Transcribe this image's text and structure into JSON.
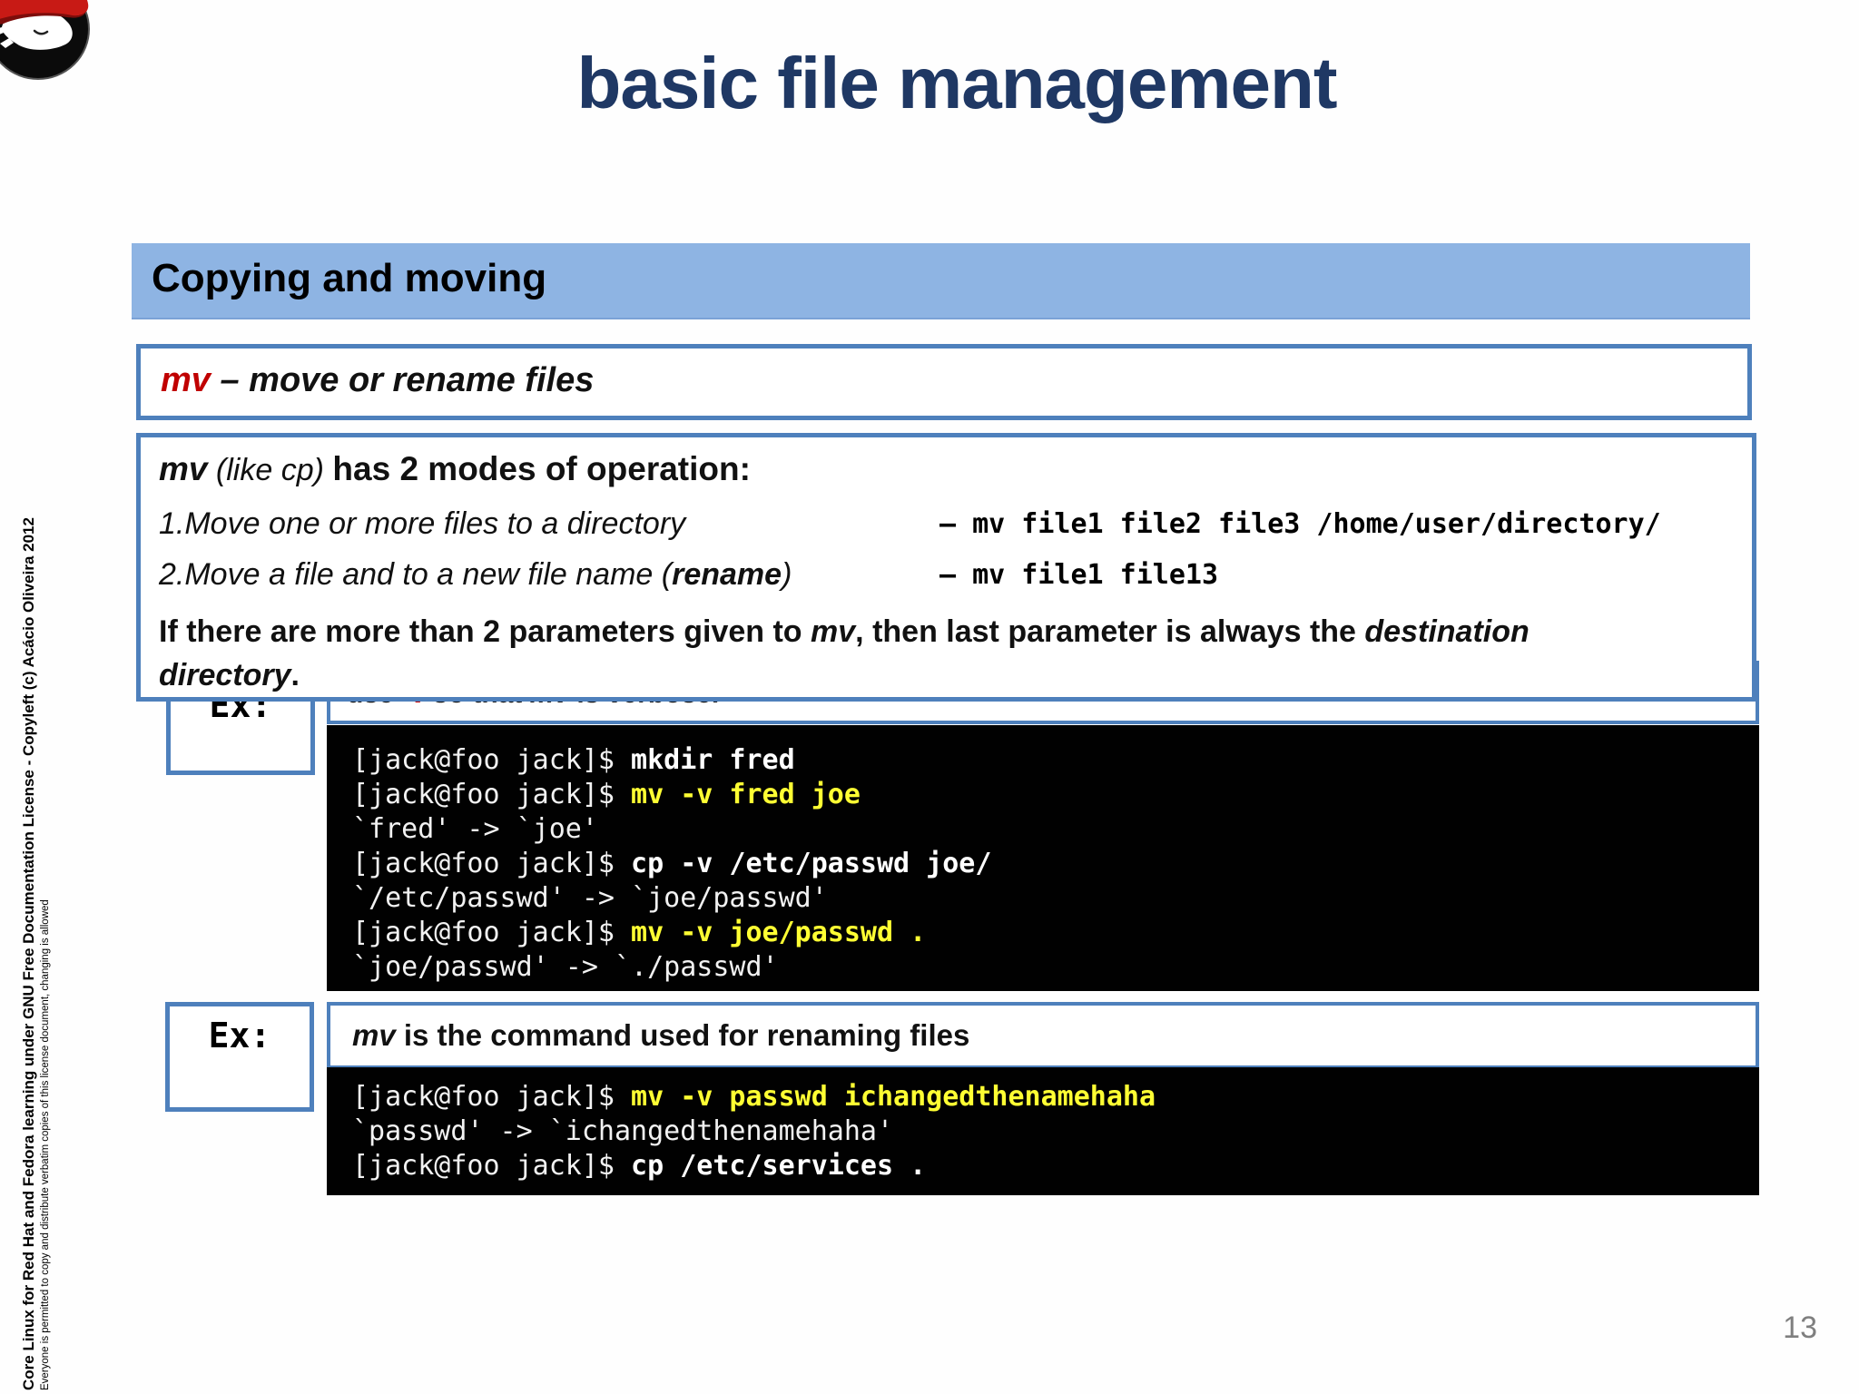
{
  "colors": {
    "title_navy": "#1F3864",
    "header_bg": "#8EB4E3",
    "box_border_blue": "#4E80BC",
    "accent_red": "#C00000",
    "terminal_bg": "#010101",
    "terminal_command_yellow": "#FFFF33",
    "page_number_gray": "#7f7f7f"
  },
  "logo": {
    "name": "Red Hat Shadowman logo"
  },
  "slide": {
    "title": "basic file management",
    "page_number": "13"
  },
  "section_header": {
    "label": "Copying and moving"
  },
  "mv_box": {
    "cmd": "mv",
    "desc": " – move or rename files"
  },
  "modes_box": {
    "heading": {
      "cmd": "mv",
      "paren": " (like cp) ",
      "rest": "has 2 modes of operation:"
    },
    "mode1": {
      "text": "1.Move one or more files to a directory",
      "command": "– mv file1 file2 file3 /home/user/directory/"
    },
    "mode2": {
      "text_pre": "2.Move a file and to a new file name (",
      "text_em": "rename",
      "text_post": ")",
      "command": "– mv file1 file13"
    },
    "note": {
      "p1": "If there are more than 2 parameters given to ",
      "p2": "mv",
      "p3": ", then last parameter is always the ",
      "p4": "destination directory",
      "p5": "."
    }
  },
  "example1": {
    "label": "Ex:",
    "caption": {
      "p1": "use ",
      "p2": "-v",
      "p3": " so that ",
      "p4": "mv",
      "p5": " is verbose."
    },
    "terminal": {
      "lines": [
        {
          "prompt": "[jack@foo jack]$ ",
          "cmd": "mkdir fred",
          "color": "white"
        },
        {
          "prompt": "[jack@foo jack]$ ",
          "cmd": "mv -v fred joe",
          "color": "yellow"
        },
        {
          "output": "`fred' -> `joe'"
        },
        {
          "prompt": "[jack@foo jack]$ ",
          "cmd": "cp -v /etc/passwd joe/",
          "color": "white"
        },
        {
          "output": "`/etc/passwd' -> `joe/passwd'"
        },
        {
          "prompt": "[jack@foo jack]$ ",
          "cmd": "mv -v joe/passwd .",
          "color": "yellow"
        },
        {
          "output": "`joe/passwd' -> `./passwd'"
        }
      ]
    }
  },
  "example2": {
    "label": "Ex:",
    "caption": {
      "p1": "mv",
      "p2": " is the command used for renaming files"
    },
    "terminal": {
      "lines": [
        {
          "prompt": "[jack@foo jack]$ ",
          "cmd": "mv -v passwd ichangedthenamehaha",
          "color": "yellow"
        },
        {
          "output": "`passwd' -> `ichangedthenamehaha'"
        },
        {
          "prompt": "[jack@foo jack]$ ",
          "cmd": "cp /etc/services .",
          "color": "white"
        }
      ]
    }
  },
  "sidebar": {
    "line1": "Core Linux for Red Hat and Fedora learning under GNU Free Documentation License  - Copyleft (c) Acácio Oliveira 2012",
    "line2": "Everyone is permitted to copy and distribute verbatim copies of this license document, changing is allowed"
  }
}
